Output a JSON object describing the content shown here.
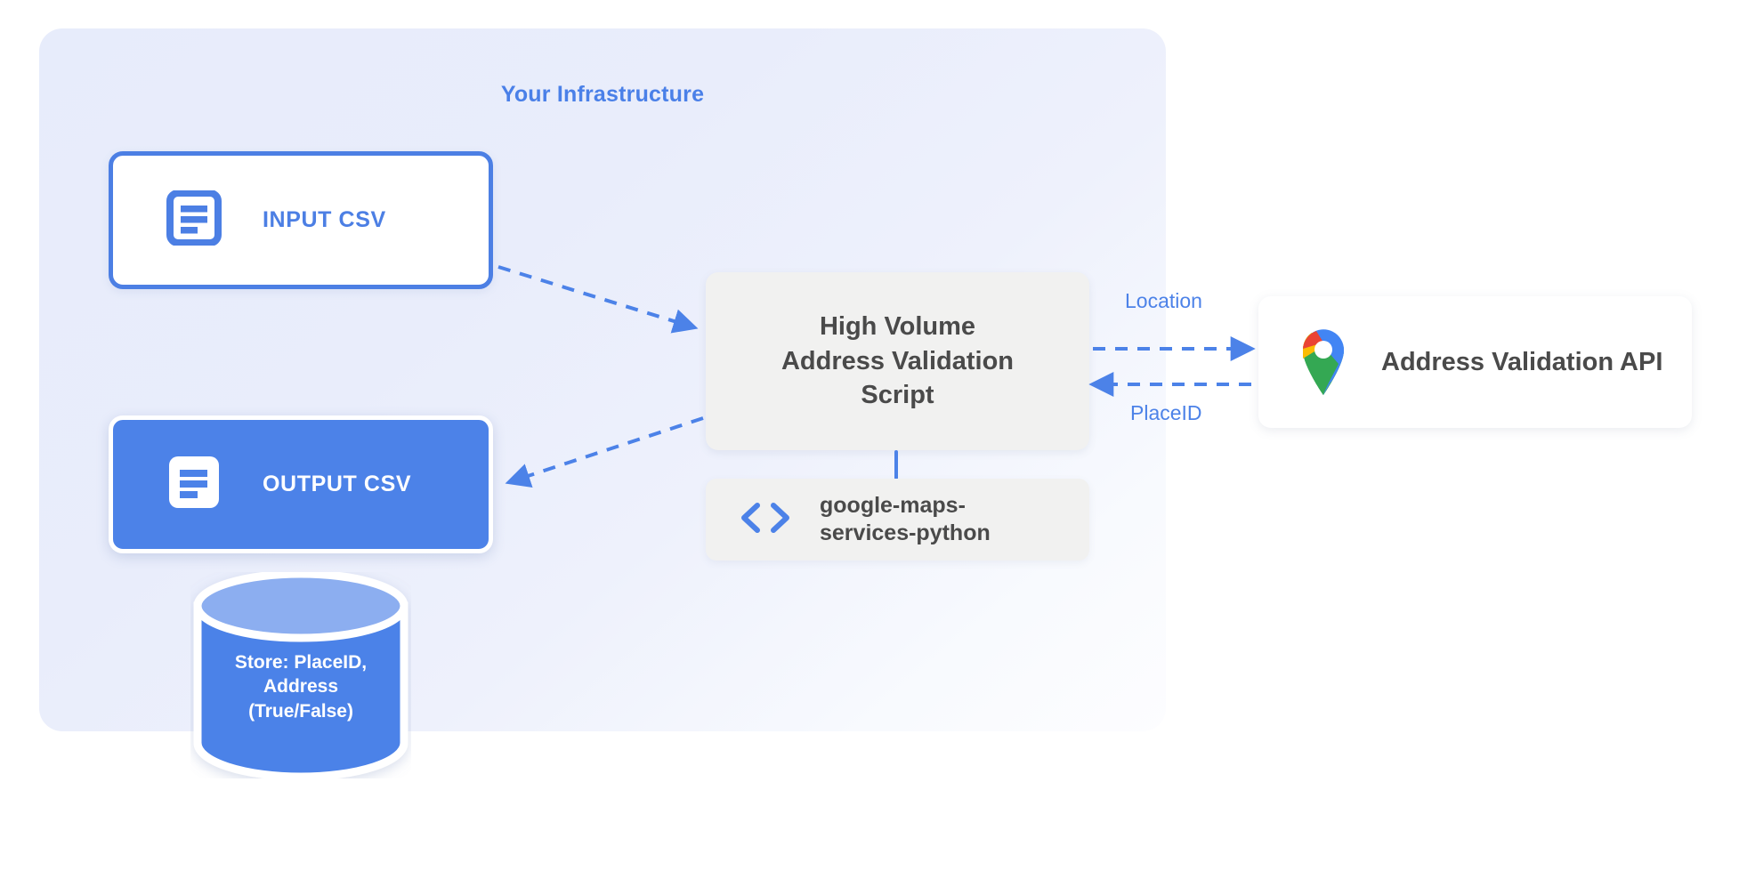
{
  "panel": {
    "title": "Your Infrastructure",
    "title_color": "#4a80e8",
    "background_color": "#e7ecfb"
  },
  "nodes": {
    "input_csv": {
      "label": "INPUT CSV",
      "icon": "document-icon",
      "border_color": "#4c7fe4",
      "text_color": "#4c7fe4",
      "fill_color": "#ffffff"
    },
    "output_csv": {
      "label": "OUTPUT CSV",
      "icon": "document-icon",
      "border_color": "#ffffff",
      "text_color": "#ffffff",
      "fill_color": "#4c82e8"
    },
    "database": {
      "label_lines": [
        "Store: PlaceID,",
        "Address",
        "(True/False)"
      ],
      "label": "Store: PlaceID, Address (True/False)",
      "icon": "database-cylinder-icon",
      "body_color": "#4c82e8",
      "top_color": "#8caef0",
      "text_color": "#ffffff"
    },
    "script": {
      "label_lines": [
        "High Volume",
        "Address Validation",
        "Script"
      ],
      "label": "High Volume Address Validation Script",
      "fill_color": "#f1f1f0",
      "text_color": "#4a4a4a"
    },
    "library": {
      "label_lines": [
        "google-maps-",
        "services-python"
      ],
      "label": "google-maps-services-python",
      "icon": "code-brackets-icon",
      "icon_color": "#4c82e8",
      "fill_color": "#f1f1f0",
      "text_color": "#4a4a4a"
    },
    "api": {
      "label": "Address Validation API",
      "icon": "google-maps-pin-icon",
      "fill_color": "#ffffff",
      "text_color": "#4a4a4a"
    }
  },
  "edges": {
    "input_to_script": {
      "label": "",
      "style": "dashed",
      "color": "#4c82e8"
    },
    "script_to_output": {
      "label": "",
      "style": "dashed",
      "color": "#4c82e8"
    },
    "script_to_api": {
      "label": "Location",
      "style": "dashed",
      "color": "#4c82e8"
    },
    "api_to_script": {
      "label": "PlaceID",
      "style": "dashed",
      "color": "#4c82e8"
    },
    "script_to_library": {
      "label": "",
      "style": "solid",
      "color": "#4c82e8"
    }
  }
}
